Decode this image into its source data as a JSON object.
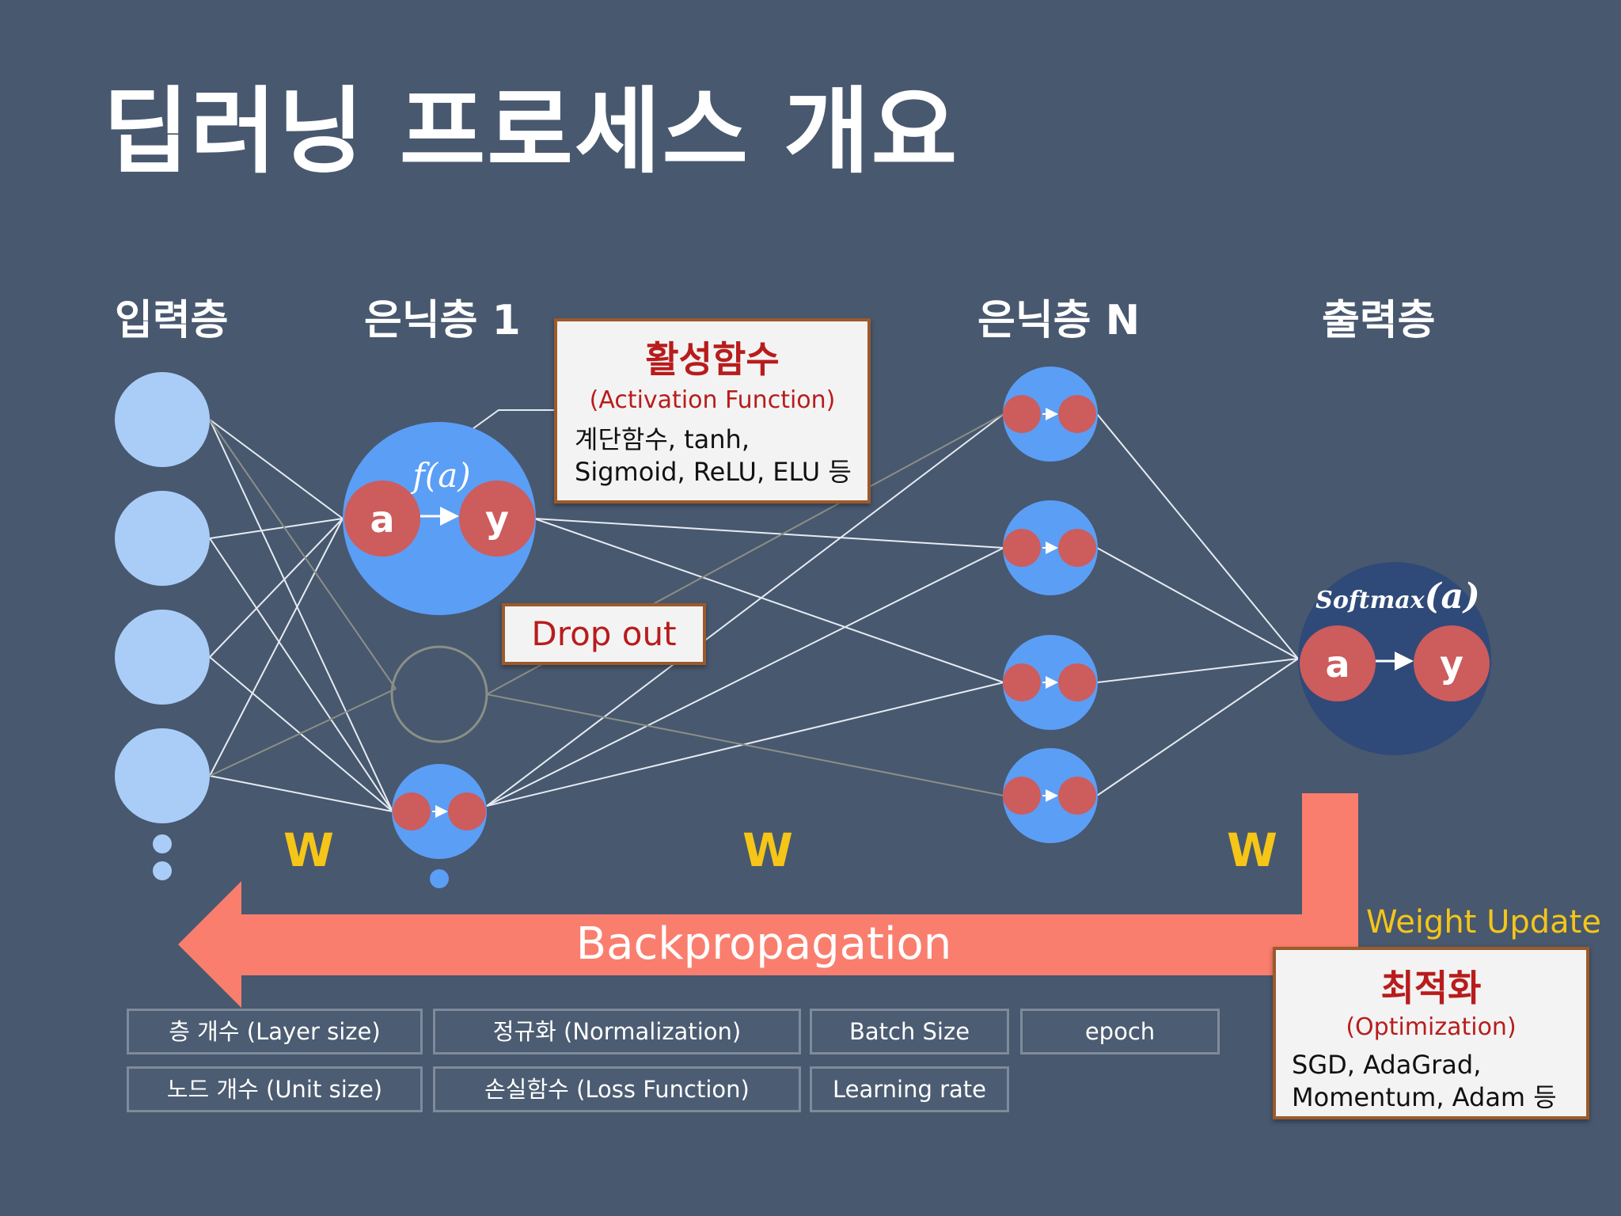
{
  "title": "딥러닝 프로세스 개요",
  "layers": {
    "input": "입력층",
    "hidden1": "은닉층 1",
    "hiddenN": "은닉층 N",
    "output": "출력층"
  },
  "node_labels": {
    "pre_activation": "a",
    "post_activation": "y",
    "hidden_function": "f(a)",
    "output_function_name": "Softmax",
    "output_function_arg": "(a)"
  },
  "weights_label": "W",
  "activation_box": {
    "title": "활성함수",
    "subtitle": "(Activation Function)",
    "body": "계단함수, tanh,\nSigmoid, ReLU, ELU 등"
  },
  "dropout_label": "Drop out",
  "backprop_label": "Backpropagation",
  "weight_update_label": "Weight Update",
  "optimization_box": {
    "title": "최적화",
    "subtitle": "(Optimization)",
    "body": "SGD, AdaGrad,\nMomentum, Adam 등"
  },
  "hyperparameters": {
    "layer_size": "층 개수 (Layer size)",
    "normalization": "정규화 (Normalization)",
    "batch_size": "Batch Size",
    "epoch": "epoch",
    "unit_size": "노드 개수 (Unit size)",
    "loss_function": "손실함수 (Loss Function)",
    "learning_rate": "Learning rate"
  },
  "colors": {
    "background": "#48586f",
    "input_node": "#a9cdf7",
    "hidden_node": "#5b9ef5",
    "output_node": "#2f4a78",
    "inner_node": "#cd5c5c",
    "arrow": "#fa7e6e",
    "accent_yellow": "#f5c518",
    "accent_red": "#b81c1c"
  }
}
